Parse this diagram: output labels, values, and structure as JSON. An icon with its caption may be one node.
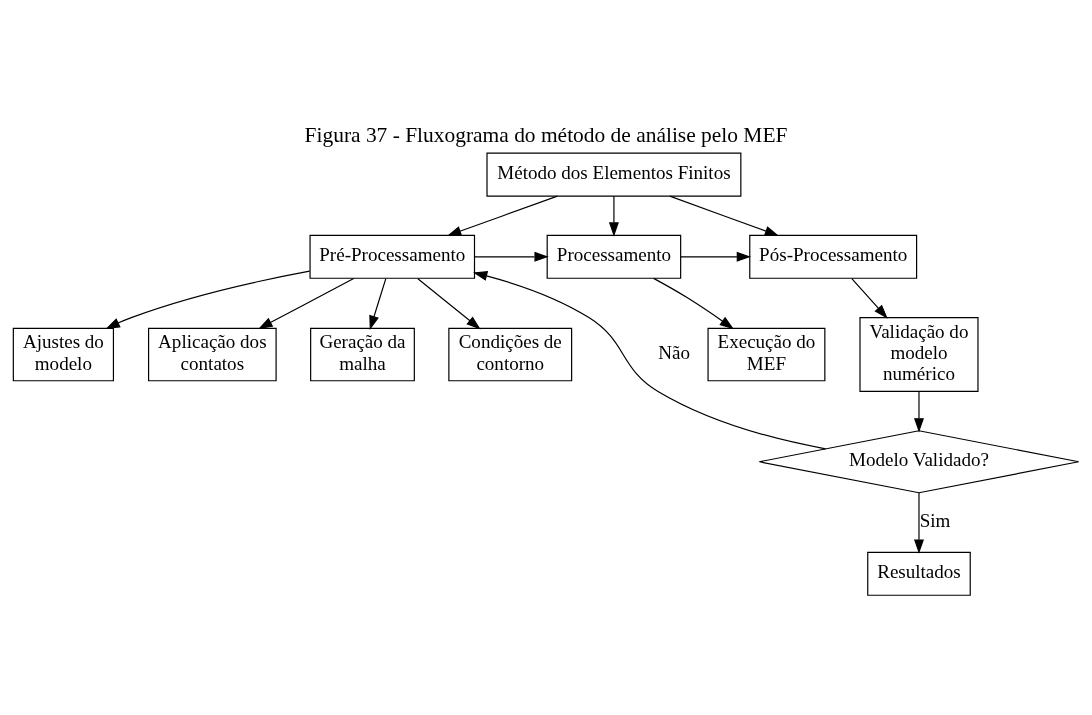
{
  "diagram": {
    "title": "Figura 37 - Fluxograma do método de análise pelo MEF",
    "nodes": [
      {
        "text": [
          "Método dos Elementos Finitos"
        ]
      },
      {
        "text": [
          "Pré-Processamento"
        ]
      },
      {
        "text": [
          "Processamento"
        ]
      },
      {
        "text": [
          "Pós-Processamento"
        ]
      },
      {
        "text": [
          "Ajustes do modelo"
        ]
      },
      {
        "text": [
          "Aplicação dos contatos"
        ]
      },
      {
        "text": [
          "Geração da malha"
        ]
      },
      {
        "text": [
          "Condições de contorno"
        ]
      },
      {
        "text": [
          "Execução do MEF"
        ]
      },
      {
        "text": [
          "Validação do modelo numérico"
        ]
      },
      {
        "text": [
          "Modelo Validado?"
        ]
      },
      {
        "text": [
          "Resultados"
        ]
      }
    ],
    "edges": [
      {
        "from": 0,
        "to": 1,
        "arrow": "to"
      },
      {
        "from": 0,
        "to": 2,
        "arrow": "to"
      },
      {
        "from": 0,
        "to": 3,
        "arrow": "to"
      },
      {
        "from": 1,
        "to": 2,
        "arrow": "to"
      },
      {
        "from": 2,
        "to": 3,
        "arrow": "to"
      },
      {
        "from": 1,
        "to": 4,
        "arrow": "to"
      },
      {
        "from": 1,
        "to": 5,
        "arrow": "to"
      },
      {
        "from": 1,
        "to": 6,
        "arrow": "to"
      },
      {
        "from": 1,
        "to": 7,
        "arrow": "to"
      },
      {
        "from": 2,
        "to": 8,
        "arrow": "to"
      },
      {
        "from": 3,
        "to": 9,
        "arrow": "to"
      },
      {
        "from": 9,
        "to": 10,
        "arrow": "to"
      },
      {
        "from": 10,
        "to": 11,
        "arrow": "to",
        "label": "Sim"
      },
      {
        "from": 10,
        "to": 1,
        "arrow": "to",
        "label": "Não"
      }
    ]
  }
}
